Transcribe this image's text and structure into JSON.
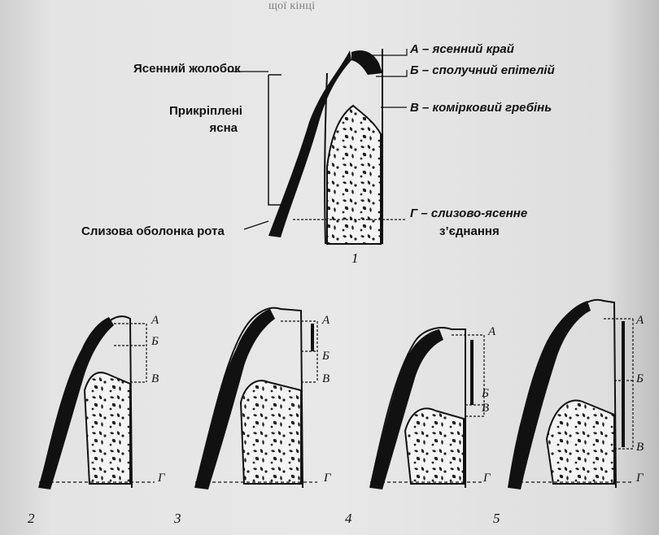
{
  "header_text": "щої кінці",
  "diagram_1": {
    "label_gingival_sulcus": "Ясенний жолобок",
    "label_attached_gingiva_1": "Прикріплені",
    "label_attached_gingiva_2": "ясна",
    "label_oral_mucosa": "Слизова оболонка рота",
    "legend_a": "А – ясенний край",
    "legend_b": "Б – сполучний епітелій",
    "legend_c": "В – комірковий гребінь",
    "legend_d1": "Г – слизово-ясенне",
    "legend_d2": "з’єднання",
    "number": "1"
  },
  "panels": [
    {
      "number": "2",
      "marks": [
        "А",
        "Б",
        "В",
        "Г"
      ]
    },
    {
      "number": "3",
      "marks": [
        "А",
        "Б",
        "В",
        "Г"
      ]
    },
    {
      "number": "4",
      "marks": [
        "А",
        "Б",
        "В",
        "Г"
      ]
    },
    {
      "number": "5",
      "marks": [
        "А",
        "Б",
        "В",
        "Г"
      ]
    }
  ]
}
